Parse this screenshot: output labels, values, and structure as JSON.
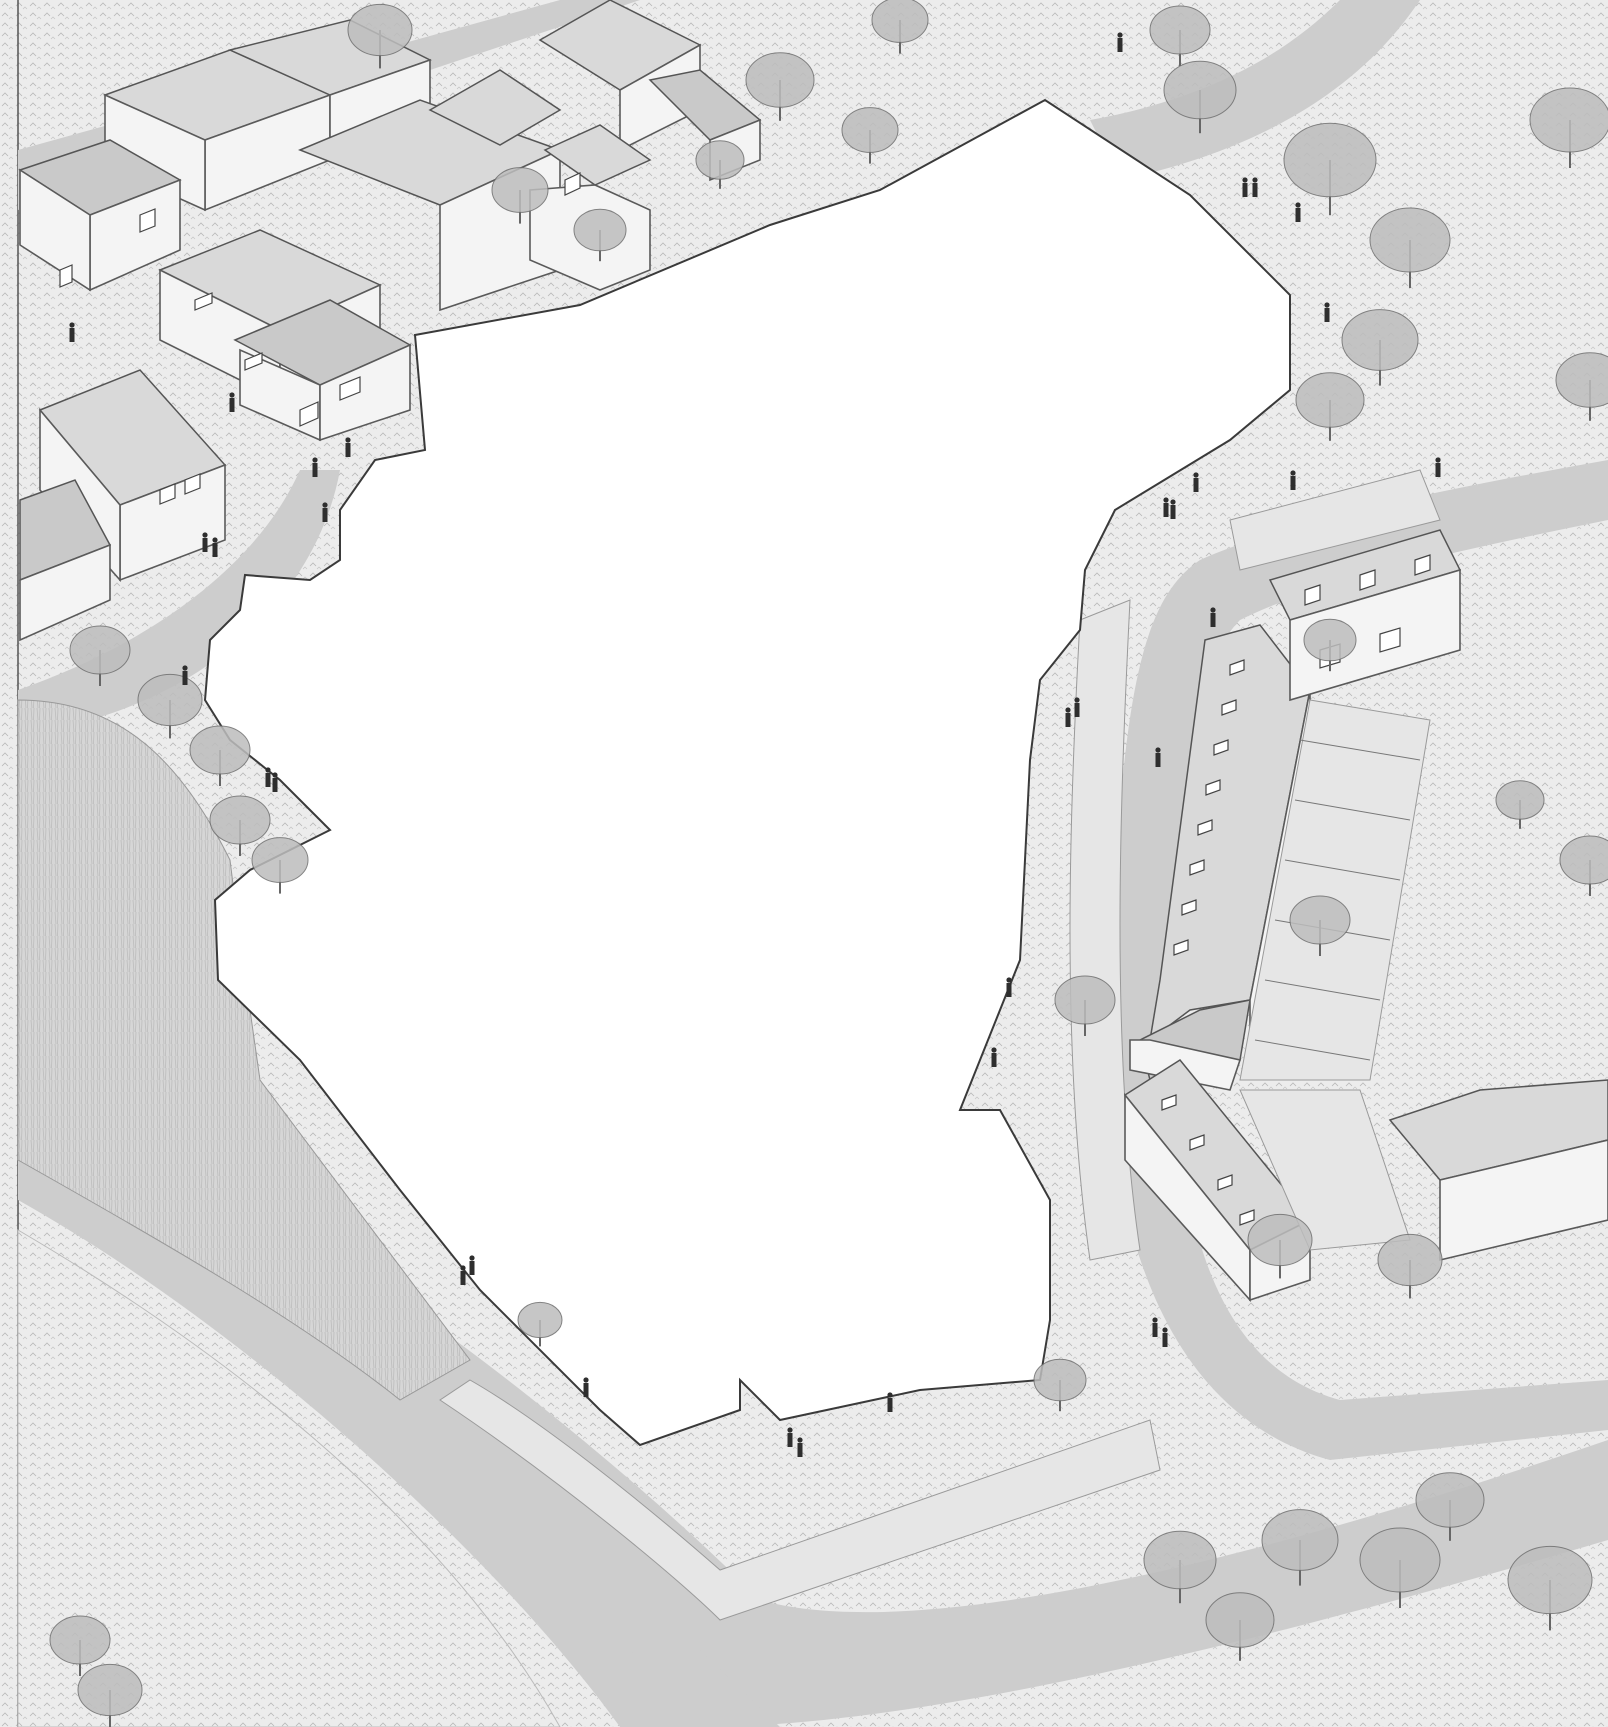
{
  "drawing": {
    "style": "isometric axonometric line drawing, greyscale",
    "colors": {
      "background": "#ffffff",
      "road": "#cdcdcd",
      "pavement": "#e6e6e6",
      "roof": "#d9d9d9",
      "vegetation": "#bdbdbd",
      "people": "#2e2e2e"
    },
    "elements": [
      "site-parcel",
      "terraced-houses",
      "roads",
      "footpaths",
      "trees",
      "grass",
      "figures"
    ]
  }
}
